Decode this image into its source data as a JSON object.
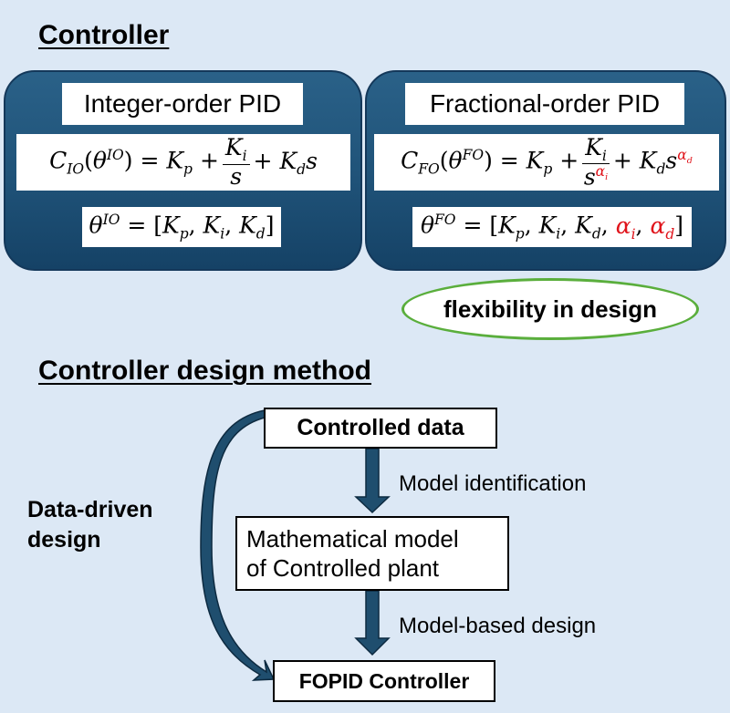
{
  "section_controller": {
    "title": "Controller"
  },
  "integer_pid": {
    "title": "Integer-order PID"
  },
  "fractional_pid": {
    "title": "Fractional-order PID"
  },
  "flexibility": {
    "label": "flexibility in design"
  },
  "section_design": {
    "title": "Controller design method"
  },
  "flow": {
    "controlled_data": "Controlled data",
    "model_identification": "Model identification",
    "math_model_line1": "Mathematical model",
    "math_model_line2": "of Controlled plant",
    "model_based_design": "Model-based design",
    "fopid": "FOPID Controller",
    "data_driven_line1": "Data-driven",
    "data_driven_line2": "design"
  },
  "colors": {
    "background": "#dce8f5",
    "panel": "#1f5278",
    "highlight_red": "#e0141b",
    "oval_border": "#5aae3c",
    "arrow": "#1f4e6e"
  }
}
